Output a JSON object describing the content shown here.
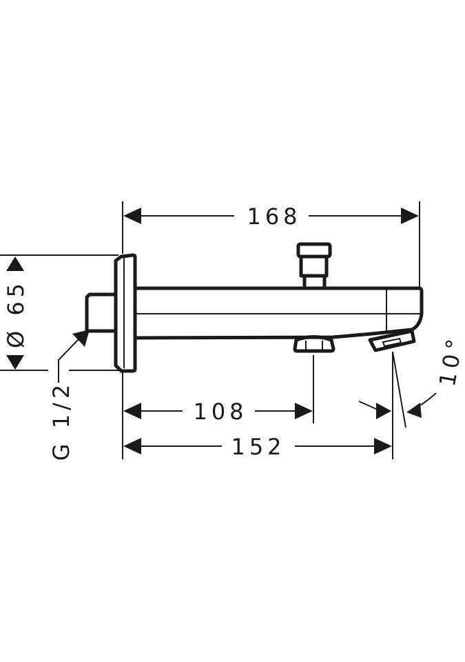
{
  "drawing": {
    "dimensions": {
      "overall_length": "168",
      "aerator_distance": "108",
      "outlet_distance": "152",
      "plate_diameter": "Ø 65",
      "thread": "G 1/2",
      "outlet_angle": "10°"
    }
  }
}
